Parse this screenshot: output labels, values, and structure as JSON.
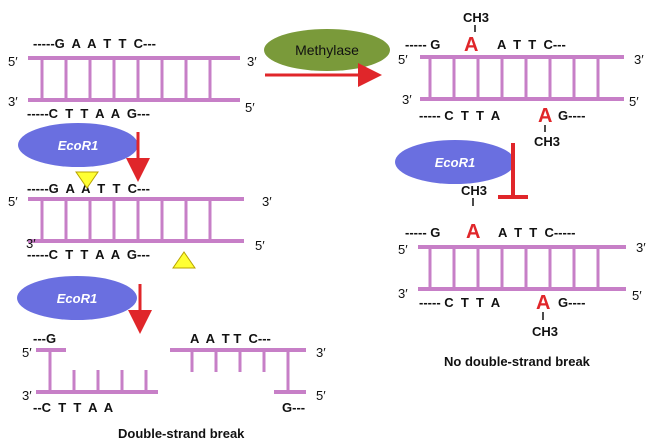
{
  "diagram": {
    "top_left": {
      "top_seq": "-----G  A  A  T  T  C---",
      "bottom_seq": "-----C  T  T  A  A  G---",
      "left_top_end": "5′",
      "right_top_end": "3′",
      "left_bottom_end": "3′",
      "right_bottom_end": "5′"
    },
    "methylase": {
      "label": "Methylase",
      "color": "#7a9a3a"
    },
    "ecor1_label": "EcoR1",
    "enzyme_color": "#6a6fe0",
    "mid_left": {
      "top_seq": "-----G  A  A  T  T  C---",
      "bottom_seq": "-----C  T  T  A  A  G---",
      "left_top_end": "5′",
      "right_top_end": "3′",
      "left_bottom_end": "3′",
      "right_bottom_end": "5′"
    },
    "cut": {
      "left_top": "---G",
      "left_bottom": "--C  T  T  A  A",
      "right_top": "A  A  T T  C---",
      "right_bottom": "G---",
      "left_top_end": "5′",
      "left_bottom_end": "3′",
      "right_top_end": "3′",
      "right_bottom_end": "5′",
      "caption": "Double-strand break"
    },
    "methylated_top": {
      "top_seq_left": "----- G",
      "top_A": "A",
      "top_seq_right": "A  T  T  C---",
      "bottom_seq_left": "----- C  T  T  A",
      "bottom_A": "A",
      "bottom_seq_right": "G----",
      "ch3_top": "CH3",
      "ch3_bottom": "CH3",
      "left_top_end": "5′",
      "right_top_end": "3′",
      "left_bottom_end": "3′",
      "right_bottom_end": "5′"
    },
    "methylated_bottom": {
      "top_seq_left": "----- G",
      "top_A": "A",
      "top_seq_right": "A  T  T  C-----",
      "bottom_seq_left": "----- C  T  T  A",
      "bottom_A": "A",
      "bottom_seq_right": "G----",
      "ch3_top": "CH3",
      "ch3_bottom": "CH3",
      "left_top_end": "5′",
      "right_top_end": "3′",
      "left_bottom_end": "3′",
      "right_bottom_end": "5′",
      "caption": "No double-strand break"
    },
    "colors": {
      "strand": "#c77fc7",
      "arrow": "#e0262a",
      "triangle": "#ffff33"
    }
  }
}
